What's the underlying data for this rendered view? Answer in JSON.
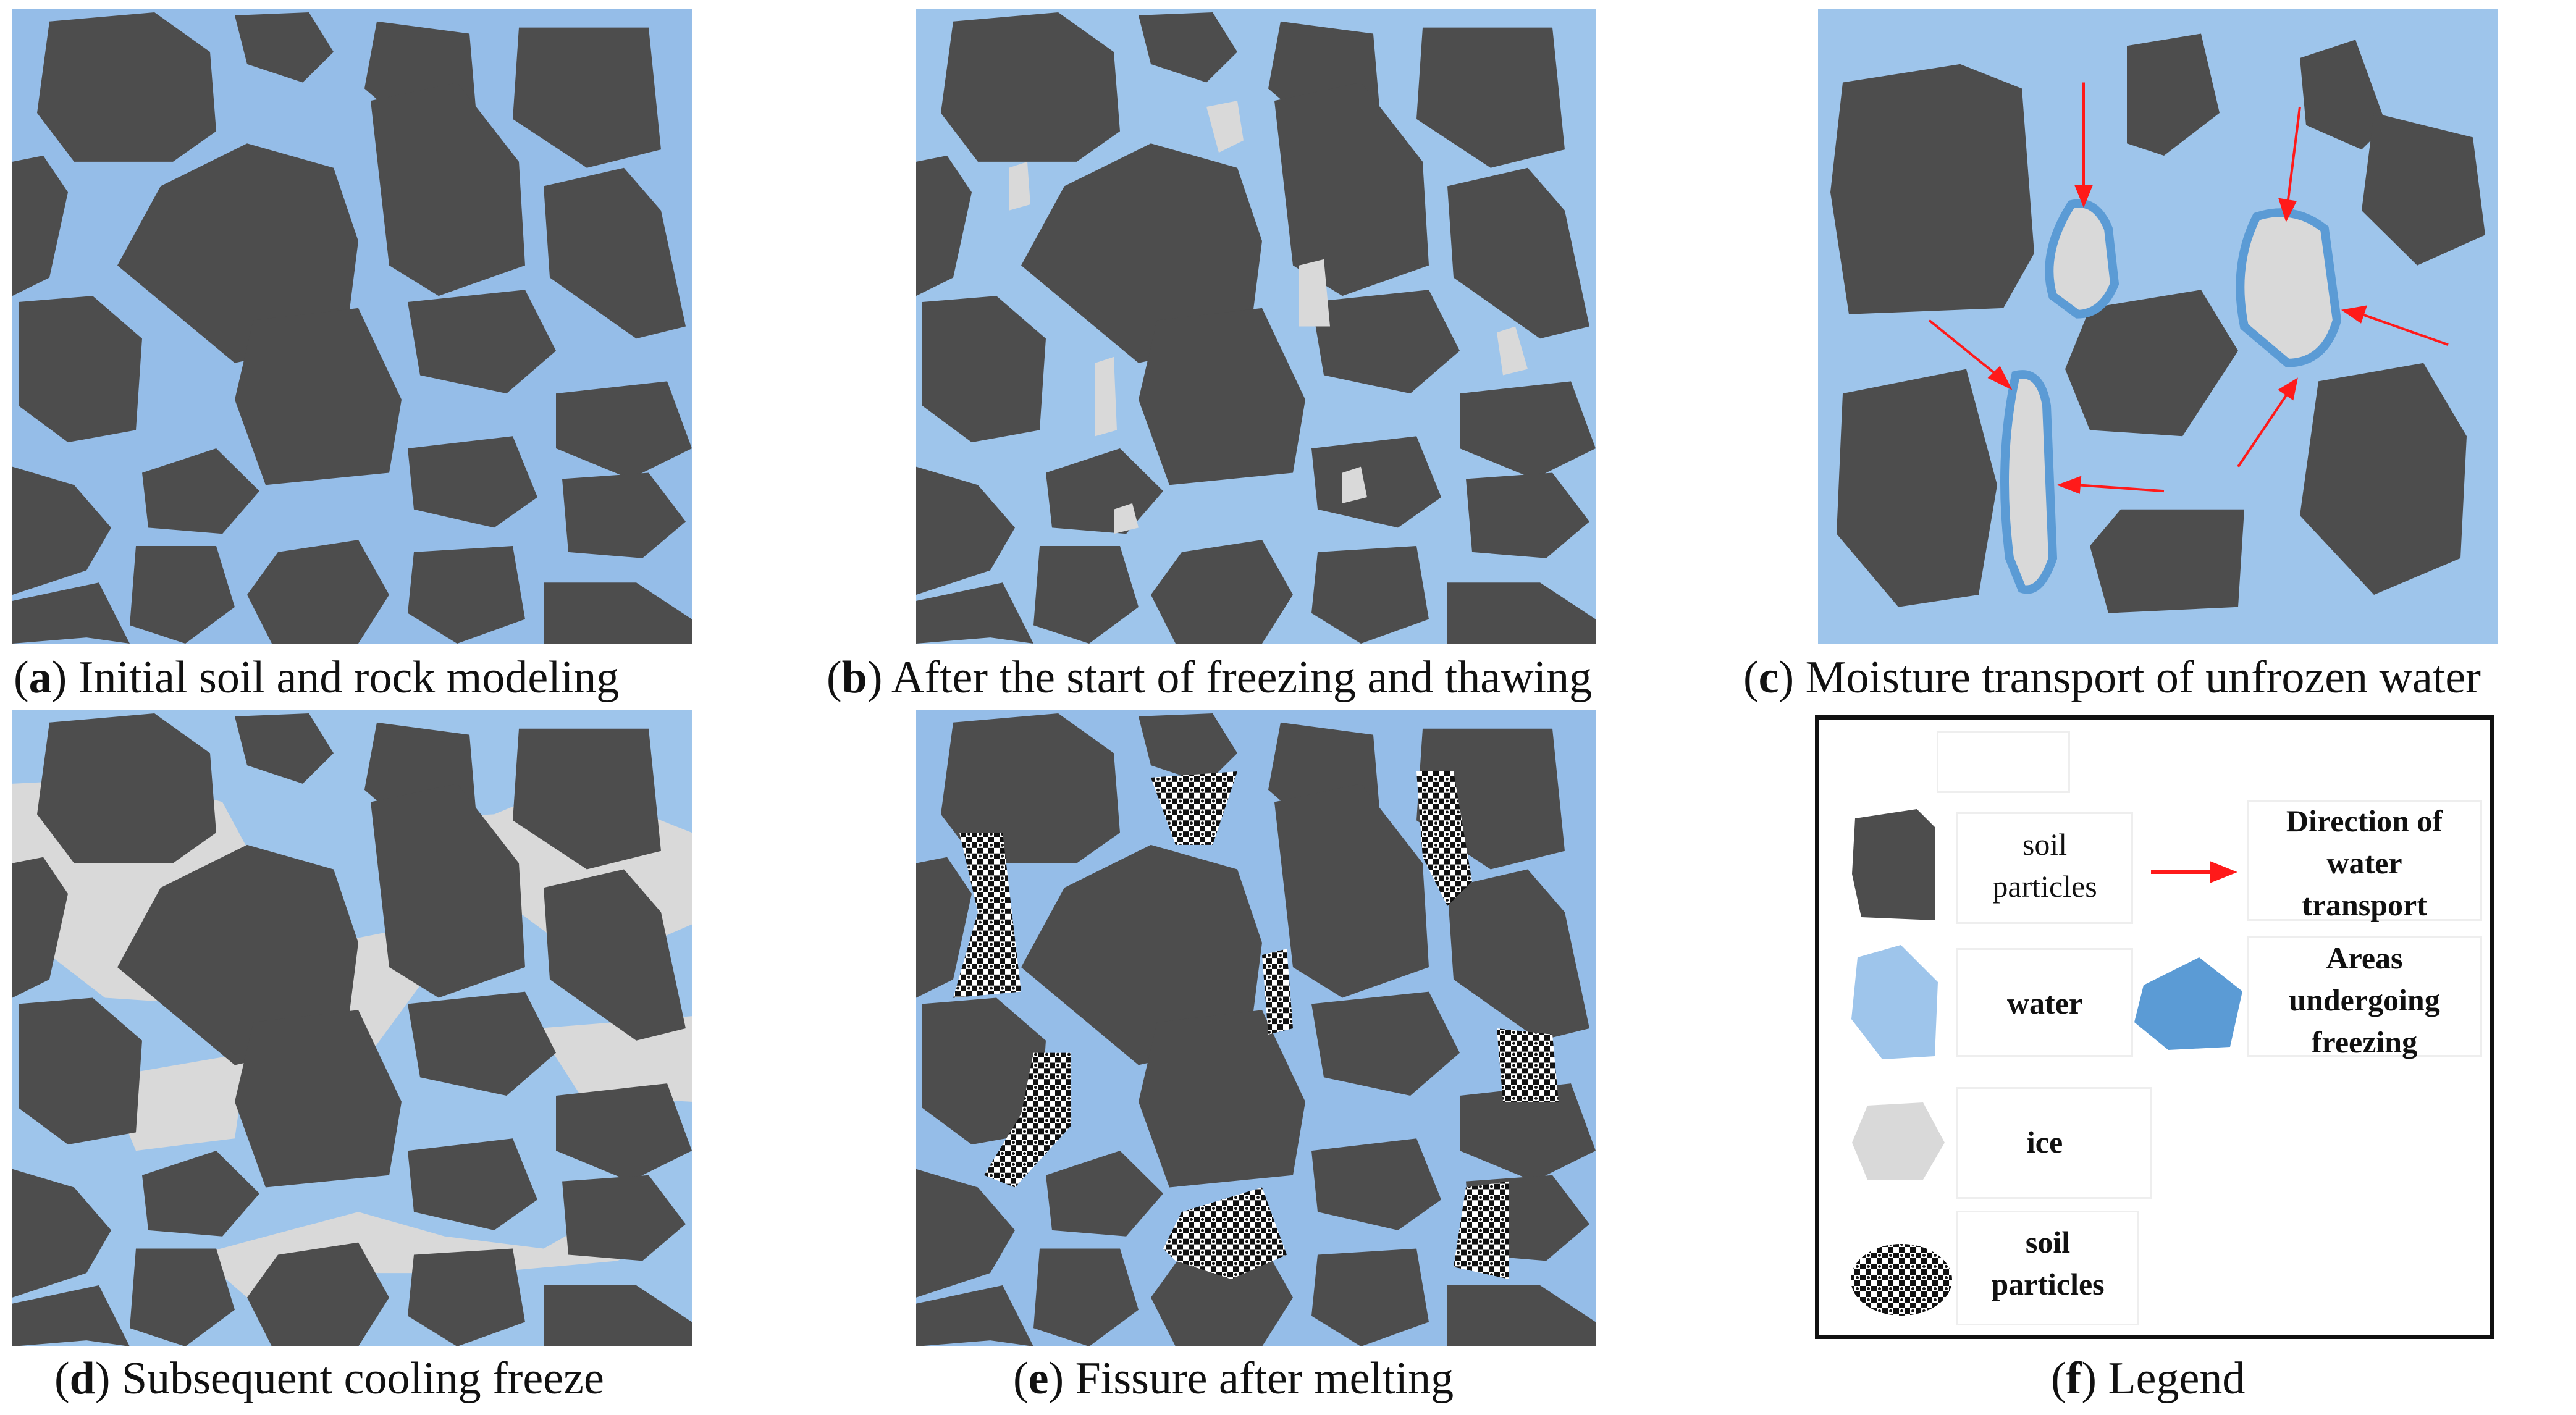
{
  "colors": {
    "water": "#9ec5eb",
    "water_alt": "#95bde8",
    "soil": "#4d4d4d",
    "ice": "#d9d9d9",
    "freezing": "#5b9bd5",
    "arrow": "#ff1a1a"
  },
  "panels": {
    "a": {
      "letter": "a",
      "caption": "Initial soil and rock modeling"
    },
    "b": {
      "letter": "b",
      "caption": "After the start of freezing and thawing"
    },
    "c": {
      "letter": "c",
      "caption": "Moisture transport of unfrozen water"
    },
    "d": {
      "letter": "d",
      "caption": "Subsequent cooling freeze"
    },
    "e": {
      "letter": "e",
      "caption": "Fissure after melting"
    },
    "f": {
      "letter": "f",
      "caption": "Legend"
    }
  },
  "legend": {
    "soil_label": "soil\nparticles",
    "arrow_label": "Direction of\nwater\ntransport",
    "water_label": "water",
    "freezing_label": "Areas\nundergoing\nfreezing",
    "ice_label": "ice",
    "fissure_label": "soil\nparticles"
  }
}
